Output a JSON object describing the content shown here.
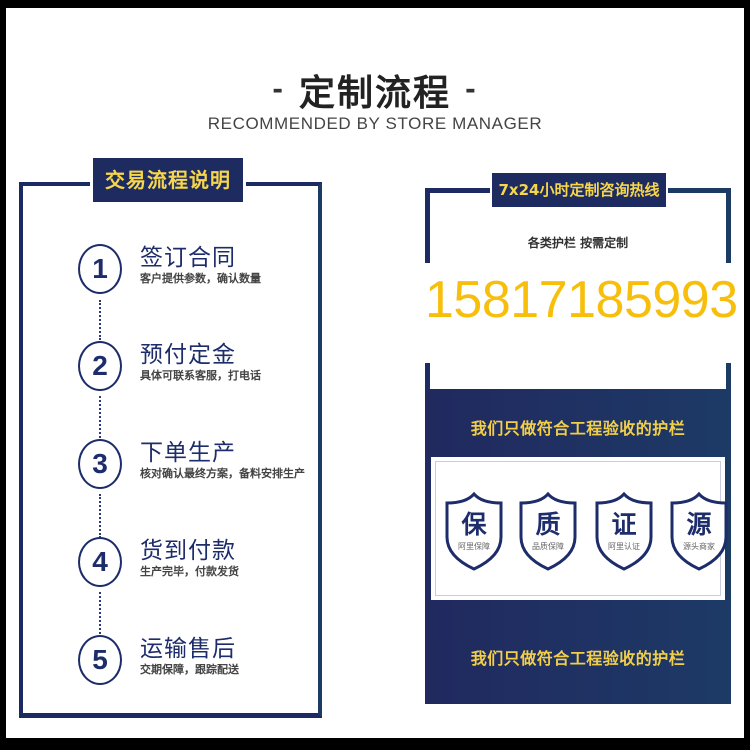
{
  "header": {
    "title": "定制流程",
    "dash_left": "-",
    "dash_right": "-",
    "subtitle": "RECOMMENDED BY STORE MANAGER"
  },
  "left_panel": {
    "label": "交易流程说明",
    "steps": [
      {
        "number": "1",
        "title": "签订合同",
        "desc": "客户提供参数，确认数量"
      },
      {
        "number": "2",
        "title": "预付定金",
        "desc": "具体可联系客服，打电话"
      },
      {
        "number": "3",
        "title": "下单生产",
        "desc": "核对确认最终方案，备料安排生产"
      },
      {
        "number": "4",
        "title": "货到付款",
        "desc": "生产完毕，付款发货"
      },
      {
        "number": "5",
        "title": "运输售后",
        "desc": "交期保障，跟踪配送"
      }
    ]
  },
  "right_panel": {
    "label": "7x24小时定制咨询热线",
    "subtitle": "各类护栏 按需定制",
    "phone": "15817185993",
    "band_text_1": "我们只做符合工程验收的护栏",
    "band_text_2": "我们只做符合工程验收的护栏",
    "shields": [
      {
        "char": "保",
        "caption": "阿里保障"
      },
      {
        "char": "质",
        "caption": "品质保障"
      },
      {
        "char": "证",
        "caption": "阿里认证"
      },
      {
        "char": "源",
        "caption": "源头商家"
      }
    ]
  },
  "colors": {
    "navy": "#1d2b63",
    "gold_text": "#f6d64a",
    "phone_yellow": "#f7bf0c"
  }
}
